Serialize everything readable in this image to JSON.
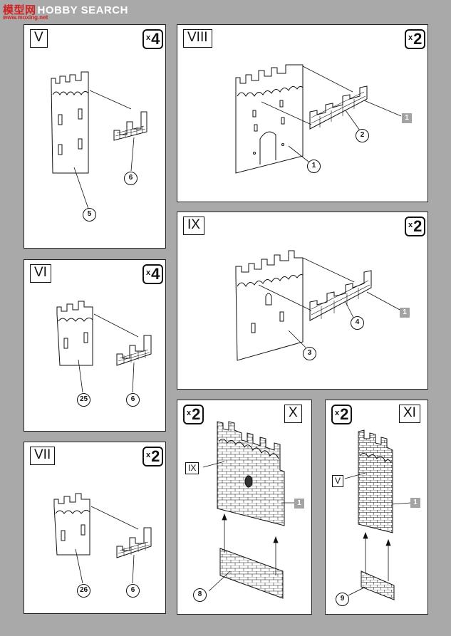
{
  "watermark": {
    "logo": "模型网",
    "text": "HOBBY SEARCH",
    "sub": "www.moxing.net"
  },
  "steps": [
    {
      "id": "V",
      "qty": "4",
      "parts": [
        "5",
        "6"
      ]
    },
    {
      "id": "VI",
      "qty": "4",
      "parts": [
        "25",
        "6"
      ]
    },
    {
      "id": "VII",
      "qty": "2",
      "parts": [
        "26",
        "6"
      ]
    },
    {
      "id": "VIII",
      "qty": "2",
      "parts": [
        "1",
        "2"
      ],
      "ref": "1"
    },
    {
      "id": "IX",
      "qty": "2",
      "parts": [
        "3",
        "4"
      ],
      "ref": "1"
    },
    {
      "id": "X",
      "qty": "2",
      "parts": [
        "8"
      ],
      "ref": "1",
      "from": "IX"
    },
    {
      "id": "XI",
      "qty": "2",
      "parts": [
        "9"
      ],
      "ref": "1",
      "from": "V"
    }
  ],
  "qty_prefix": "x",
  "colors": {
    "background": "#a9a9a9",
    "panel": "#ffffff",
    "line": "#111111",
    "ref_box": "#a3a3a3"
  }
}
